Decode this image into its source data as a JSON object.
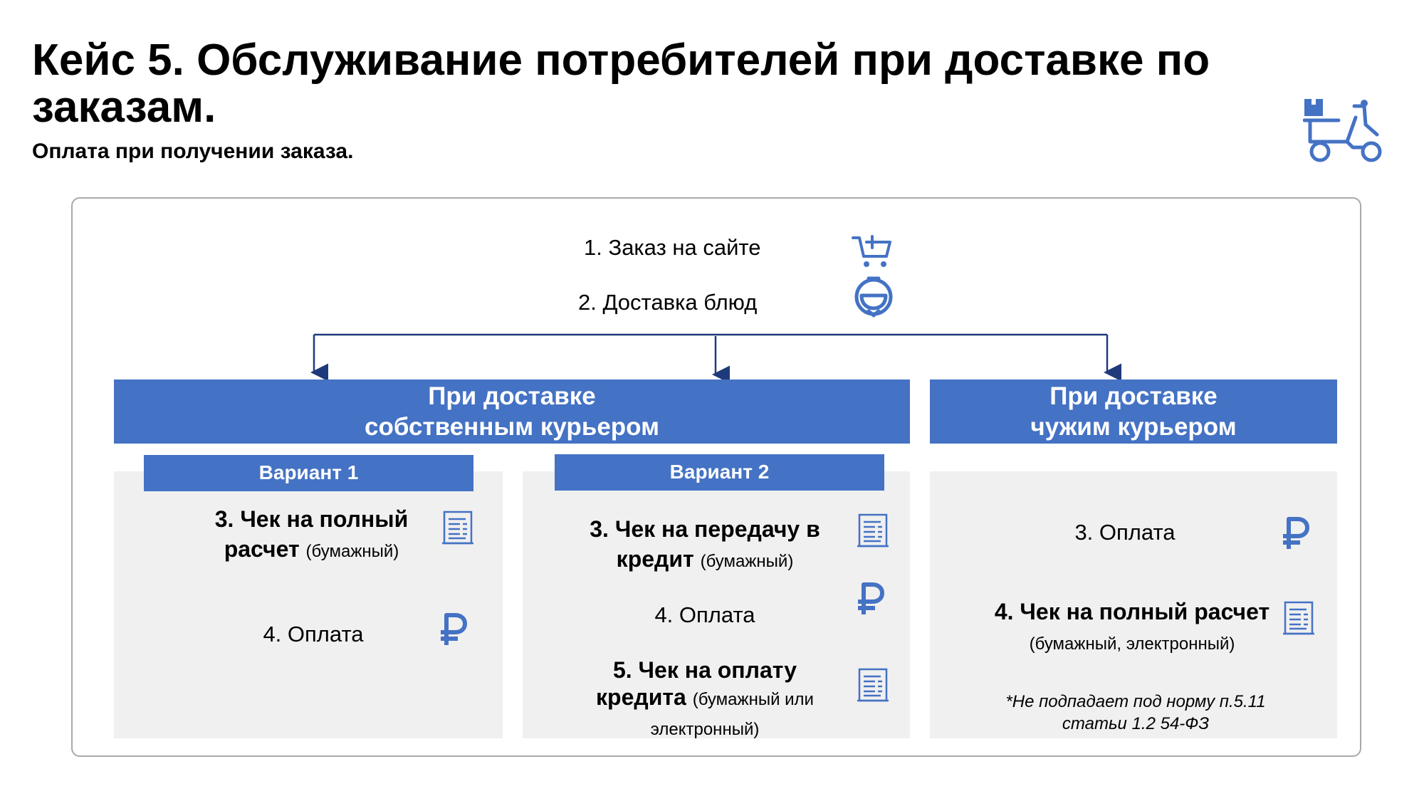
{
  "header": {
    "title": "Кейс 5. Обслуживание потребителей при доставке по заказам.",
    "subtitle": "Оплата при получении заказа."
  },
  "steps": [
    {
      "label": "1. Заказ на сайте",
      "icon": "cart-icon"
    },
    {
      "label": "2. Доставка блюд",
      "icon": "dish-delivery-icon"
    }
  ],
  "own_courier": {
    "title_line1": "При доставке",
    "title_line2": "собственным курьером",
    "variant1": {
      "label": "Вариант 1",
      "item1_bold": "3. Чек на полный",
      "item1_bold2": "расчет",
      "item1_note": "(бумажный)",
      "item2": "4. Оплата"
    },
    "variant2": {
      "label": "Вариант 2",
      "item1_bold": "3. Чек на передачу в",
      "item1_bold2": "кредит",
      "item1_note": "(бумажный)",
      "item2": "4. Оплата",
      "item3_bold": "5. Чек на оплату",
      "item3_bold2": "кредита",
      "item3_note": "(бумажный или",
      "item3_note2": "электронный)"
    }
  },
  "other_courier": {
    "title_line1": "При доставке",
    "title_line2": "чужим курьером",
    "item1": "3. Оплата",
    "item2_bold": "4. Чек на полный расчет",
    "item2_note": "(бумажный, электронный)",
    "note_line1": "*Не подпадает под норму п.5.11",
    "note_line2": "статьи 1.2 54-ФЗ"
  },
  "colors": {
    "accent": "#4472c4",
    "panel": "#f0f0f0",
    "arrow": "#1f3a7a"
  }
}
